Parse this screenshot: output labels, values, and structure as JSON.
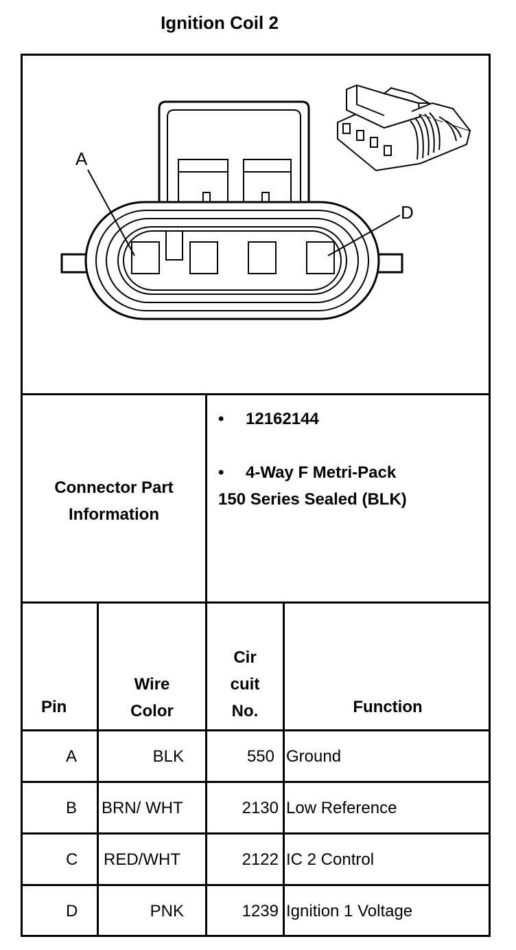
{
  "title": "Ignition Coil 2",
  "diagram": {
    "label_a": "A",
    "label_d": "D"
  },
  "connector_info": {
    "label_line1": "Connector Part",
    "label_line2": "Information",
    "part_number": "12162144",
    "description_line1": "4-Way F Metri-Pack",
    "description_line2": "150 Series Sealed (BLK)",
    "bullet": "•"
  },
  "table": {
    "headers": {
      "pin": "Pin",
      "wire_color_line1": "Wire",
      "wire_color_line2": "Color",
      "circuit_line1": "Cir",
      "circuit_line2": "cuit",
      "circuit_line3": "No.",
      "function": "Function"
    },
    "rows": [
      {
        "pin": "A",
        "wire_color": "BLK",
        "circuit": "550",
        "function": "Ground"
      },
      {
        "pin": "B",
        "wire_color": "BRN/ WHT",
        "circuit": "2130",
        "function": "Low Reference"
      },
      {
        "pin": "C",
        "wire_color": "RED/WHT",
        "circuit": "2122",
        "function": "IC 2 Control"
      },
      {
        "pin": "D",
        "wire_color": "PNK",
        "circuit": "1239",
        "function": "Ignition 1 Voltage"
      }
    ]
  }
}
